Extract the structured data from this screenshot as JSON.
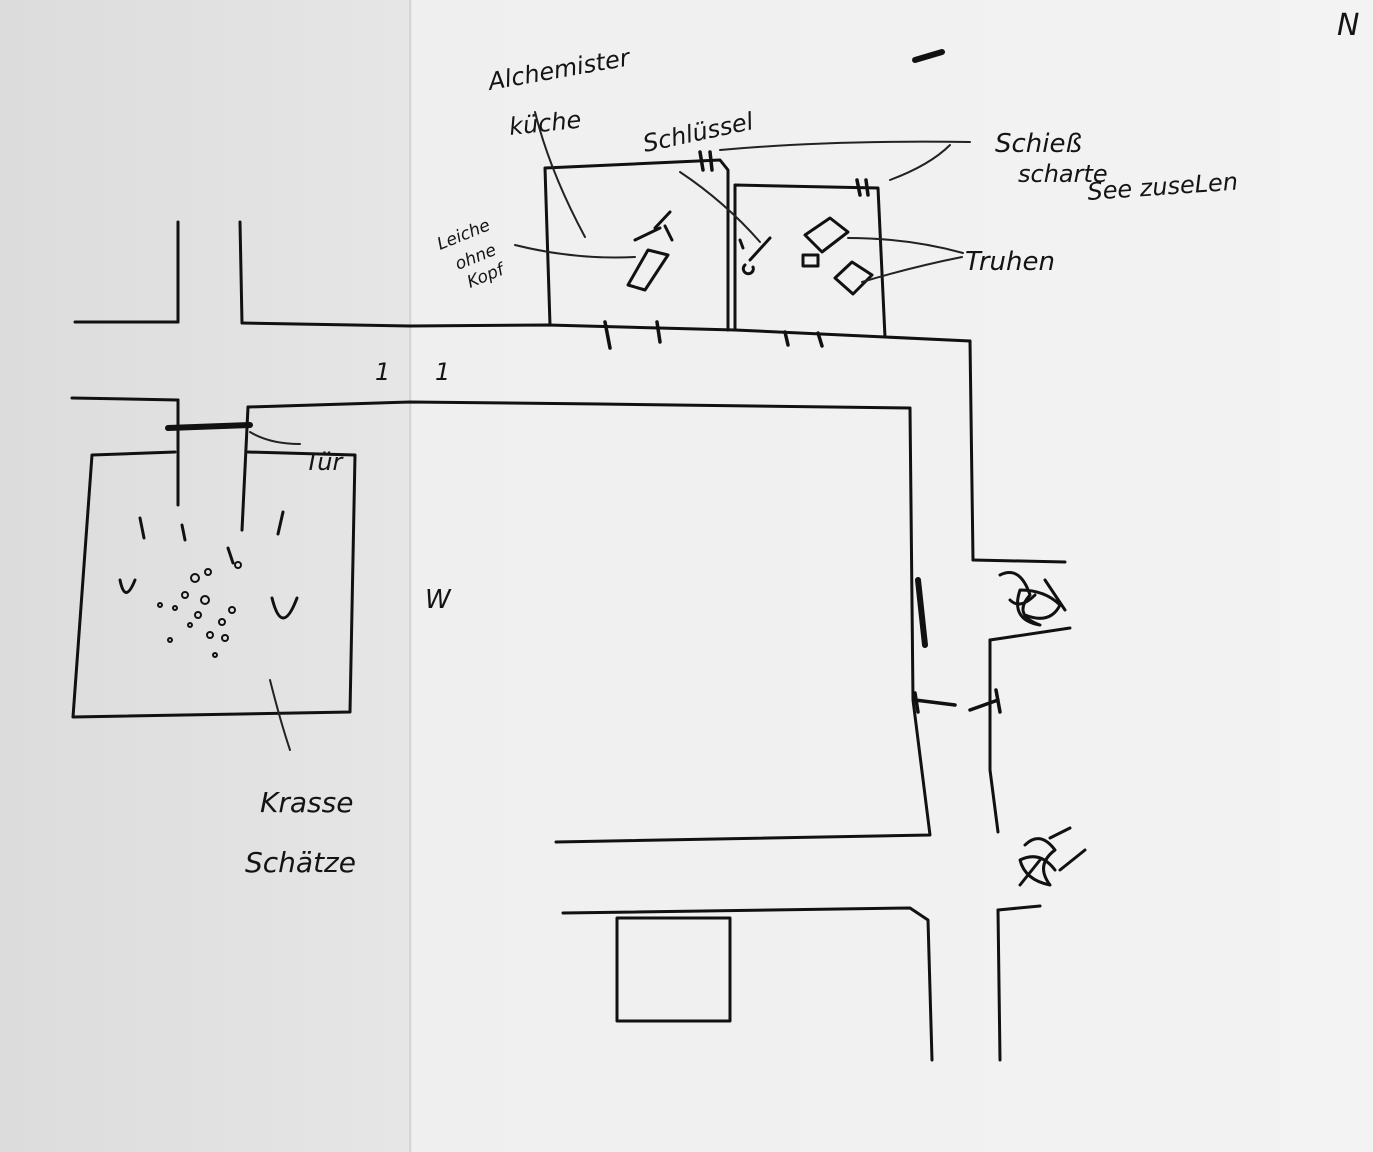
{
  "compass": {
    "north": "N",
    "west": "W"
  },
  "labels": {
    "alchemist_kitchen": [
      "Alchemister",
      "küche"
    ],
    "key": "Schlüssel",
    "arrow_slit": [
      "Schieß",
      "scharte",
      "See zuseLen"
    ],
    "chests": "Truhen",
    "headless_corpse": [
      "Leiche",
      "ohne",
      "Kopf"
    ],
    "door": "Tür",
    "treasures": [
      "Krasse",
      "Schätze"
    ]
  },
  "marks": {
    "stair_left": "1",
    "stair_right": "1"
  },
  "icons": [
    "creature-icon",
    "statue-icon",
    "chest-icon",
    "corpse-icon",
    "key-icon"
  ]
}
